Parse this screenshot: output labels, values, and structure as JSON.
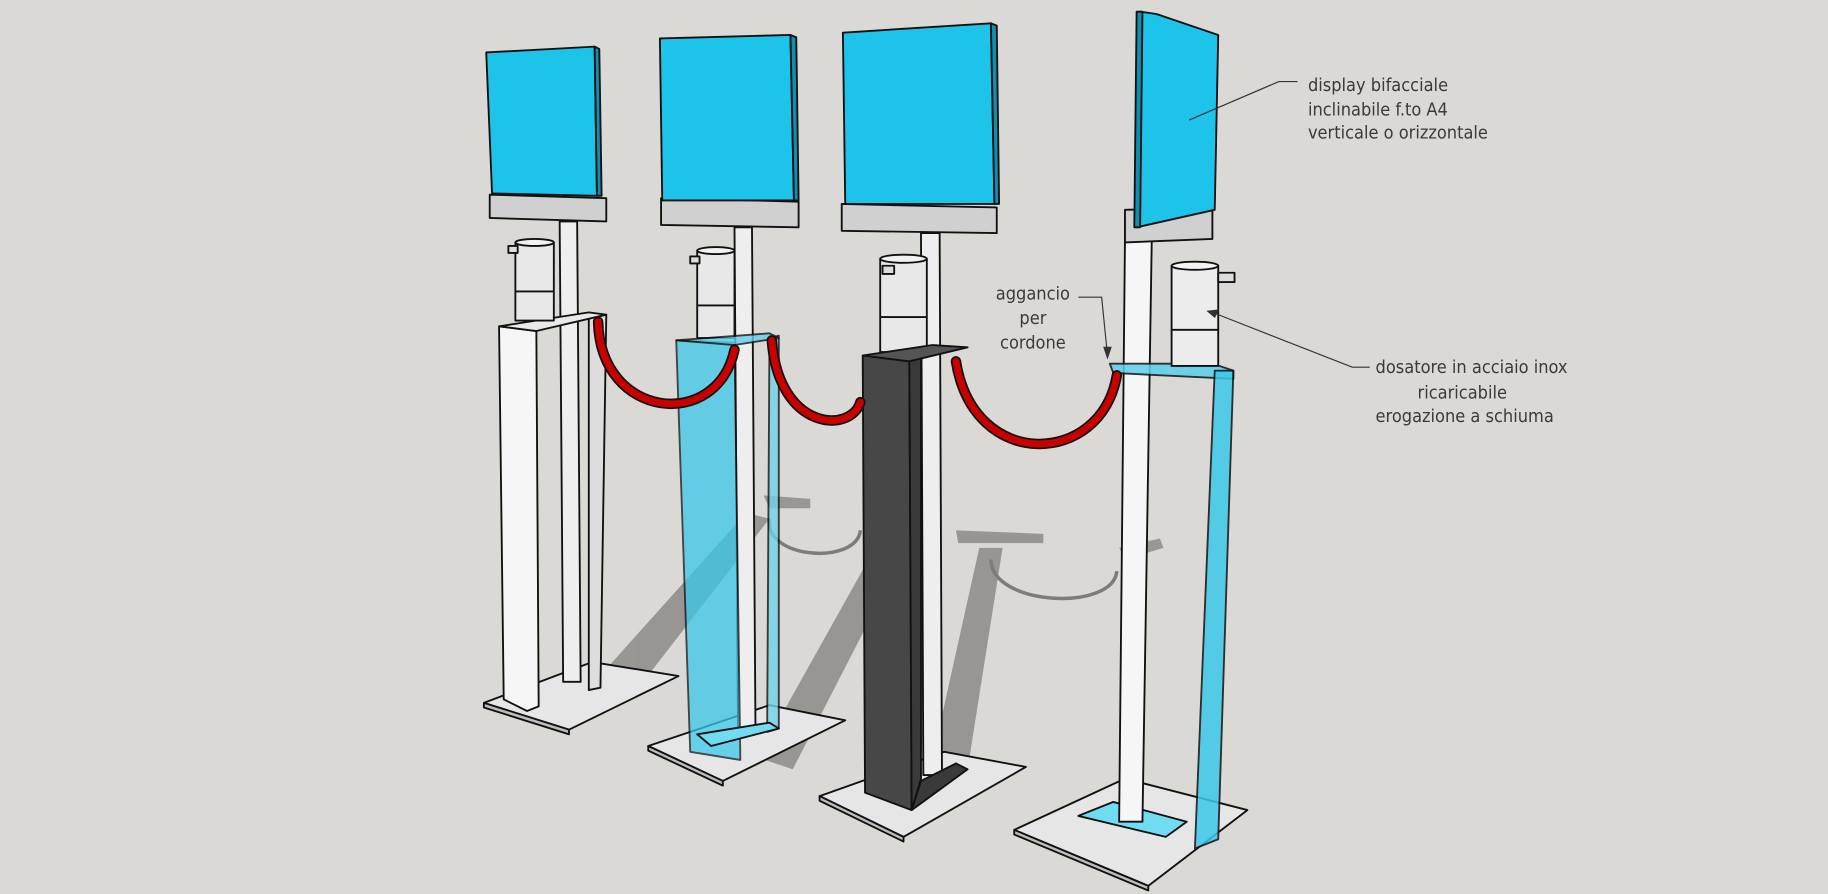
{
  "annotations": {
    "display": [
      "display bifacciale",
      "inclinabile f.to A4",
      "verticale o orizzontale"
    ],
    "hook": [
      "aggancio",
      "per",
      "cordone"
    ],
    "dispenser": [
      "dosatore in acciaio inox",
      "ricaricabile",
      "erogazione a schiuma"
    ]
  },
  "colors": {
    "background": "#dad9d5",
    "acrylic_blue": "#1ec3ea",
    "rope_red": "#c80000",
    "black_column": "#474747",
    "white_column": "#f4f4f4",
    "steel": "#d8d8d8"
  }
}
